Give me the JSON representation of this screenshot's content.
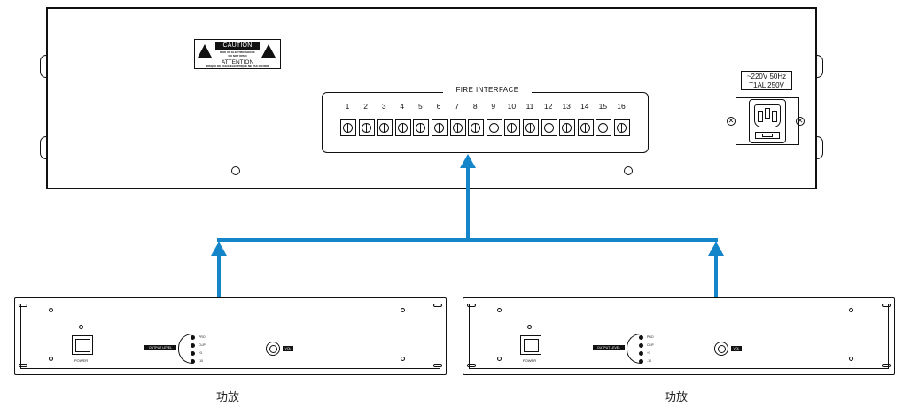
{
  "warning_label": {
    "caution": "CAUTION",
    "line1": "RISK OF ELECTRIC SHOCK",
    "line2": "DO NOT OPEN",
    "attention": "ATTENTION",
    "line3": "RISQUE DE CHOC ELECTRIQUE NE PAS OUVRIR"
  },
  "fire_interface": {
    "title": "FIRE INTERFACE",
    "terminals": [
      "1",
      "2",
      "3",
      "4",
      "5",
      "6",
      "7",
      "8",
      "9",
      "10",
      "11",
      "12",
      "13",
      "14",
      "15",
      "16"
    ]
  },
  "power_rating": {
    "line1": "~220V 50Hz",
    "line2": "T1AL 250V"
  },
  "amplifiers": [
    {
      "caption": "功放",
      "power_label": "POWER",
      "output_label": "OUTPUT LEVEL",
      "led_labels": [
        "PRO",
        "CLIP",
        "+3",
        "-10"
      ],
      "vol_label": "VOL"
    },
    {
      "caption": "功放",
      "power_label": "POWER",
      "output_label": "OUTPUT LEVEL",
      "led_labels": [
        "PRO",
        "CLIP",
        "+3",
        "-10"
      ],
      "vol_label": "VOL"
    }
  ],
  "colors": {
    "connector": "#1585c9",
    "line": "#111111"
  }
}
